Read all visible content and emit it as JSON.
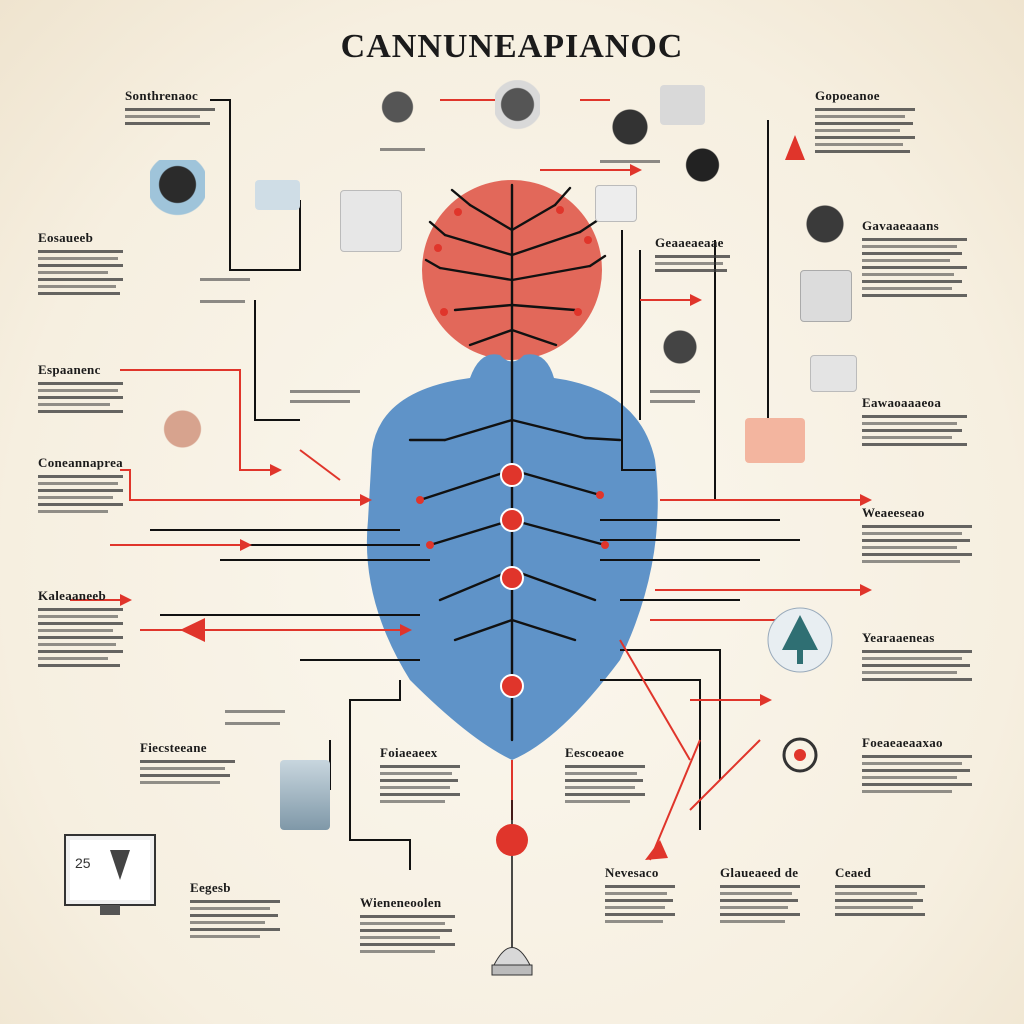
{
  "title": "CANNUNEAPIANOC",
  "colors": {
    "background": "#f6efe0",
    "tree_top": "#e2685a",
    "tree_bottom": "#5f93c8",
    "accent": "#e0352b",
    "ink": "#1b1b1b"
  },
  "blocks": [
    {
      "id": "tl",
      "label": "Sonthrenaoc"
    },
    {
      "id": "l1",
      "label": "Eosaueeb"
    },
    {
      "id": "l2",
      "label": "Espaanenc"
    },
    {
      "id": "l3",
      "label": "Coneannaprea"
    },
    {
      "id": "l4",
      "label": "Kaleaaneeb"
    },
    {
      "id": "l5",
      "label": "Fiecsteeane"
    },
    {
      "id": "b1",
      "label": "Eegesb"
    },
    {
      "id": "b2",
      "label": "Wieneneoolen"
    },
    {
      "id": "bc1",
      "label": "Foiaeaeex"
    },
    {
      "id": "bc2",
      "label": "Eescoeaoe"
    },
    {
      "id": "b3",
      "label": "Nevesaco"
    },
    {
      "id": "b4",
      "label": "Glaueaeed de"
    },
    {
      "id": "cr",
      "label": "Ceaed"
    },
    {
      "id": "tr",
      "label": "Gopoeanoe"
    },
    {
      "id": "r1",
      "label": "Gavaaeaaans"
    },
    {
      "id": "r2",
      "label": "Eawaoaaaeoa"
    },
    {
      "id": "r3",
      "label": "Weaeeseao"
    },
    {
      "id": "r4",
      "label": "Yearaaeneas"
    },
    {
      "id": "r5",
      "label": "Foeaeaeaaxao"
    },
    {
      "id": "r6",
      "label": "Geaaeaeaae"
    }
  ],
  "icons": [
    "portrait-icon",
    "portrait-icon",
    "portrait-icon",
    "portrait-icon",
    "portrait-icon",
    "portrait-icon",
    "portrait-icon",
    "portrait-icon",
    "landscape-tree-icon",
    "machine-icon",
    "lamp-icon",
    "monitor-icon",
    "document-icon",
    "gear-icon"
  ]
}
